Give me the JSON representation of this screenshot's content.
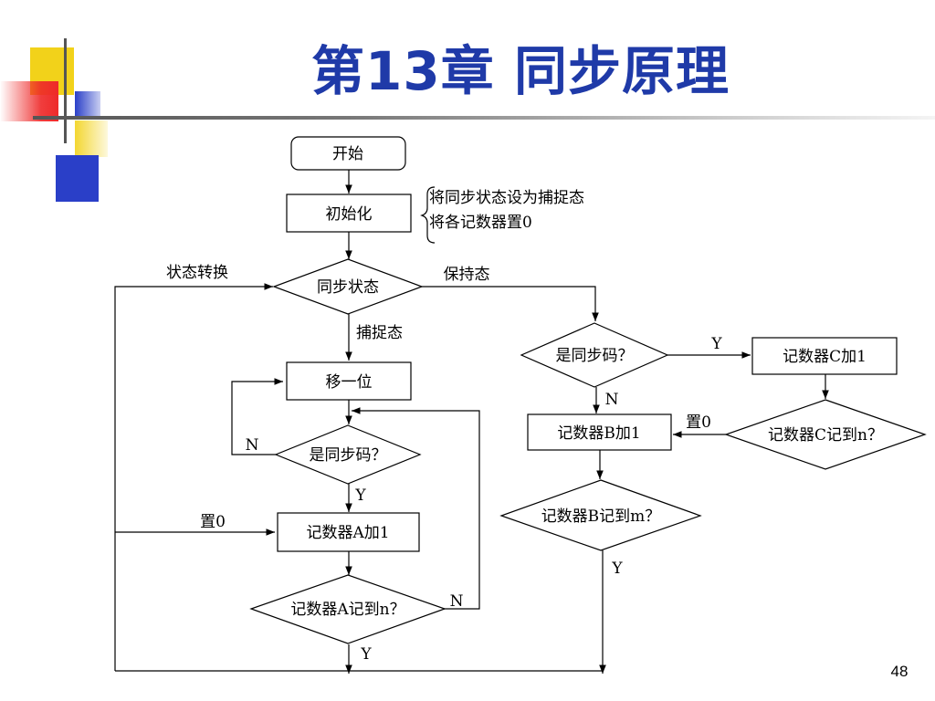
{
  "slide": {
    "title": "第13章 同步原理",
    "page_number": "48"
  },
  "flowchart": {
    "start": "开始",
    "init": "初始化",
    "init_notes": [
      "将同步状态设为捕捉态",
      "将各记数器置0"
    ],
    "sync_state": "同步状态",
    "state_switch": "状态转换",
    "hold_state": "保持态",
    "capture_state": "捕捉态",
    "shift": "移一位",
    "is_sync_code_left": "是同步码？",
    "no_left": "N",
    "yes_left": "Y",
    "reset_a": "置0",
    "counter_a_inc": "记数器A加1",
    "counter_a_check": "记数器A记到n？",
    "no_a": "N",
    "yes_a": "Y",
    "is_sync_code_right": "是同步码？",
    "yes_right": "Y",
    "no_right": "N",
    "counter_c_inc": "记数器C加1",
    "counter_c_check": "记数器C记到n？",
    "reset_b": "置0",
    "counter_b_inc": "记数器B加1",
    "counter_b_check": "记数器B记到m？",
    "yes_b": "Y"
  },
  "colors": {
    "title": "#1f3aa8",
    "deco_yellow": "#f2d21a",
    "deco_red": "#ee2a2a",
    "deco_blue": "#2a3fc8"
  }
}
